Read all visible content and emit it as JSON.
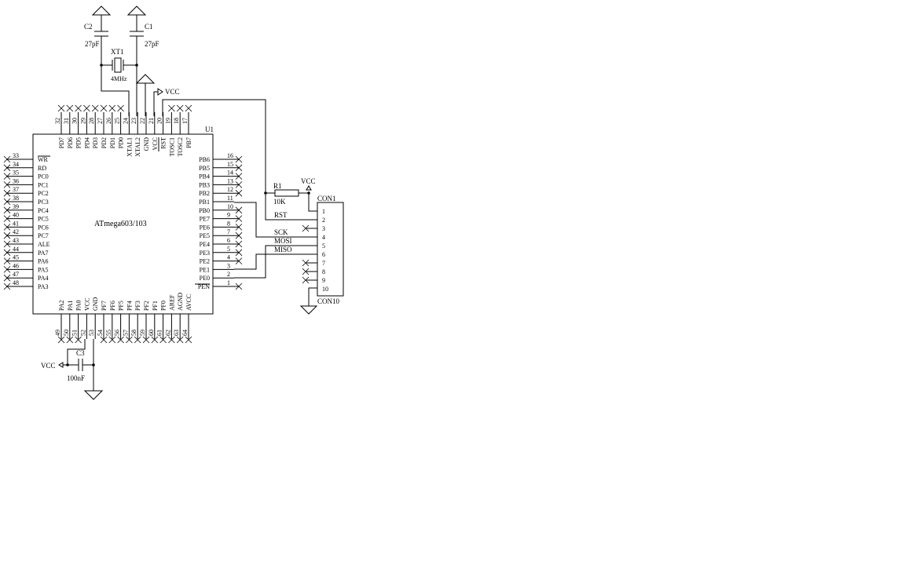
{
  "chip": {
    "ref": "U1",
    "part": "ATmega603/103",
    "top_pins": [
      {
        "num": "32",
        "name": "PD7"
      },
      {
        "num": "31",
        "name": "PD6"
      },
      {
        "num": "30",
        "name": "PD5"
      },
      {
        "num": "29",
        "name": "PD4"
      },
      {
        "num": "28",
        "name": "PD3"
      },
      {
        "num": "27",
        "name": "PD2"
      },
      {
        "num": "26",
        "name": "PD1"
      },
      {
        "num": "25",
        "name": "PD0"
      },
      {
        "num": "24",
        "name": "XTAL1"
      },
      {
        "num": "23",
        "name": "XTAL2"
      },
      {
        "num": "22",
        "name": "GND"
      },
      {
        "num": "21",
        "name": "VCC"
      },
      {
        "num": "20",
        "name": "RST"
      },
      {
        "num": "19",
        "name": "TOSC1"
      },
      {
        "num": "18",
        "name": "TOSC2"
      },
      {
        "num": "17",
        "name": "PB7"
      }
    ],
    "left_pins": [
      {
        "num": "33",
        "name": "WR"
      },
      {
        "num": "34",
        "name": "RD"
      },
      {
        "num": "35",
        "name": "PC0"
      },
      {
        "num": "36",
        "name": "PC1"
      },
      {
        "num": "37",
        "name": "PC2"
      },
      {
        "num": "38",
        "name": "PC3"
      },
      {
        "num": "39",
        "name": "PC4"
      },
      {
        "num": "40",
        "name": "PC5"
      },
      {
        "num": "41",
        "name": "PC6"
      },
      {
        "num": "42",
        "name": "PC7"
      },
      {
        "num": "43",
        "name": "ALE"
      },
      {
        "num": "44",
        "name": "PA7"
      },
      {
        "num": "45",
        "name": "PA6"
      },
      {
        "num": "46",
        "name": "PA5"
      },
      {
        "num": "47",
        "name": "PA4"
      },
      {
        "num": "48",
        "name": "PA3"
      }
    ],
    "right_pins": [
      {
        "num": "16",
        "name": "PB6"
      },
      {
        "num": "15",
        "name": "PB5"
      },
      {
        "num": "14",
        "name": "PB4"
      },
      {
        "num": "13",
        "name": "PB3"
      },
      {
        "num": "12",
        "name": "PB2"
      },
      {
        "num": "11",
        "name": "PB1"
      },
      {
        "num": "10",
        "name": "PB0"
      },
      {
        "num": "9",
        "name": "PE7"
      },
      {
        "num": "8",
        "name": "PE6"
      },
      {
        "num": "7",
        "name": "PE5"
      },
      {
        "num": "6",
        "name": "PE4"
      },
      {
        "num": "5",
        "name": "PE3"
      },
      {
        "num": "4",
        "name": "PE2"
      },
      {
        "num": "3",
        "name": "PE1"
      },
      {
        "num": "2",
        "name": "PE0"
      },
      {
        "num": "1",
        "name": "PEN"
      }
    ],
    "bottom_pins": [
      {
        "num": "49",
        "name": "PA2"
      },
      {
        "num": "50",
        "name": "PA1"
      },
      {
        "num": "51",
        "name": "PA0"
      },
      {
        "num": "52",
        "name": "VCC"
      },
      {
        "num": "53",
        "name": "GND"
      },
      {
        "num": "54",
        "name": "PF7"
      },
      {
        "num": "55",
        "name": "PF6"
      },
      {
        "num": "56",
        "name": "PF5"
      },
      {
        "num": "57",
        "name": "PF4"
      },
      {
        "num": "58",
        "name": "PF3"
      },
      {
        "num": "59",
        "name": "PF2"
      },
      {
        "num": "60",
        "name": "PF1"
      },
      {
        "num": "61",
        "name": "PF0"
      },
      {
        "num": "62",
        "name": "AREF"
      },
      {
        "num": "63",
        "name": "AGND"
      },
      {
        "num": "64",
        "name": "AVCC"
      }
    ]
  },
  "connector": {
    "ref": "CON1",
    "footer": "CON10",
    "pins": [
      "1",
      "2",
      "3",
      "4",
      "5",
      "6",
      "7",
      "8",
      "9",
      "10"
    ]
  },
  "components": {
    "c1": {
      "ref": "C1",
      "value": "27pF"
    },
    "c2": {
      "ref": "C2",
      "value": "27pF"
    },
    "c3": {
      "ref": "C3",
      "value": "100nF"
    },
    "xt1": {
      "ref": "XT1",
      "value": "4MHz"
    },
    "r1": {
      "ref": "R1",
      "value": "10K"
    }
  },
  "nets": {
    "vcc_top": "VCC",
    "vcc_r1": "VCC",
    "vcc_c3": "VCC",
    "rst": "RST",
    "sck": "SCK",
    "mosi": "MOSI",
    "miso": "MISO"
  }
}
